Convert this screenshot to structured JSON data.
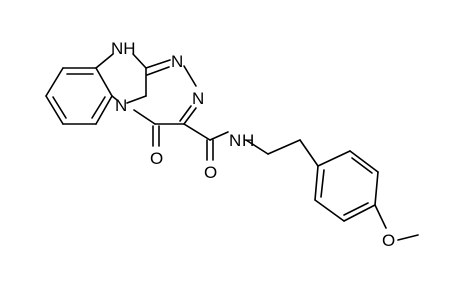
{
  "molecule": {
    "atom_labels": {
      "nh": "NH",
      "n_top": "N",
      "n_right": "N",
      "n_ring": "N",
      "o_ketone": "O",
      "o_amide": "O",
      "n_amide": "N",
      "h_amide": "H",
      "o_methoxy": "O"
    },
    "colors": {
      "bond": "#000000",
      "text": "#000000",
      "background": "#ffffff"
    }
  }
}
